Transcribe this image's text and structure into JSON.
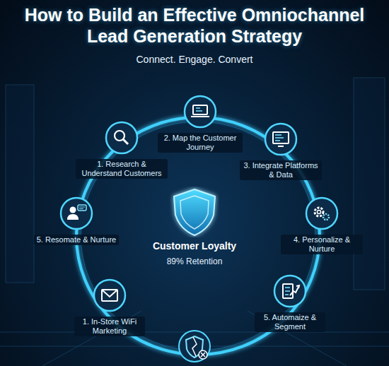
{
  "diagram": {
    "title": "How to Build an Effective Omniochannel Lead Generation Strategy",
    "nodes": [
      {
        "text": [
          "1. Research & Understand Customers"
        ]
      },
      {
        "text": [
          "2. Map the Customer Journey"
        ]
      },
      {
        "text": [
          "3. Integrate Platforms & Data"
        ]
      },
      {
        "text": [
          "4. Personalize & Nurture"
        ]
      },
      {
        "text": [
          "5. Automaize & Segment"
        ]
      },
      {
        "text": [
          "1. In-Store WiFi Marketing"
        ]
      },
      {
        "text": [
          "5. Resomate & Nurture"
        ]
      },
      {
        "text": [
          "Customer Loyalty",
          "89% Retention"
        ]
      }
    ],
    "labels": [
      "Connect. Engage. Convert"
    ]
  }
}
